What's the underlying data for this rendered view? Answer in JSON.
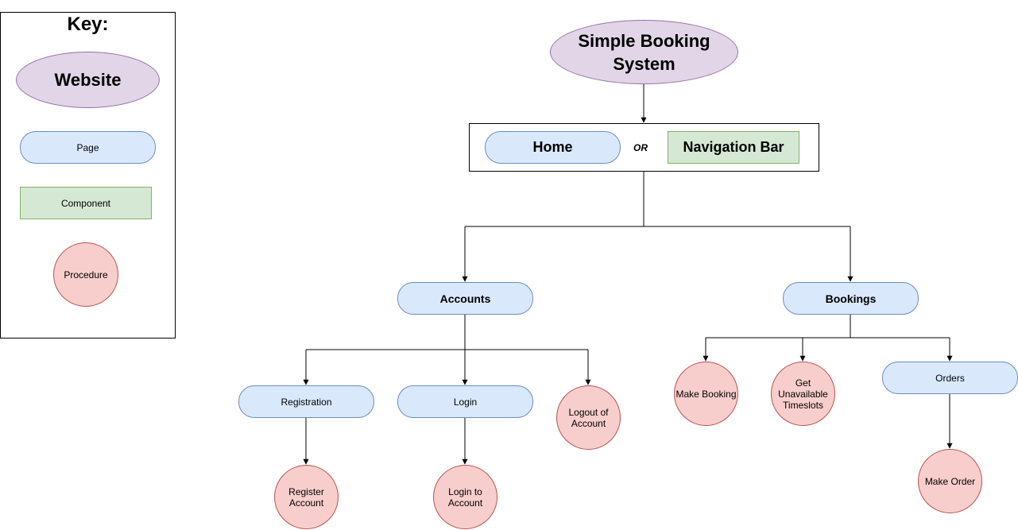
{
  "key": {
    "title": "Key:",
    "website": "Website",
    "page": "Page",
    "component": "Component",
    "procedure": "Procedure"
  },
  "root": {
    "label": "Simple Booking System"
  },
  "home_group": {
    "home": "Home",
    "or": "OR",
    "navbar": "Navigation Bar"
  },
  "accounts": {
    "label": "Accounts",
    "registration": "Registration",
    "login": "Login",
    "logout": "Logout of Account",
    "register_account": "Register Account",
    "login_to_account": "Login to Account"
  },
  "bookings": {
    "label": "Bookings",
    "make_booking": "Make Booking",
    "get_unavailable": "Get Unavailable Timeslots",
    "orders": "Orders",
    "make_order": "Make Order"
  },
  "colors": {
    "website_fill": "#e1d5e7",
    "website_stroke": "#9673a6",
    "page_fill": "#dae8fc",
    "page_stroke": "#6c8ebf",
    "component_fill": "#d5e8d4",
    "component_stroke": "#82b366",
    "procedure_fill": "#f8cecc",
    "procedure_stroke": "#b85450"
  }
}
